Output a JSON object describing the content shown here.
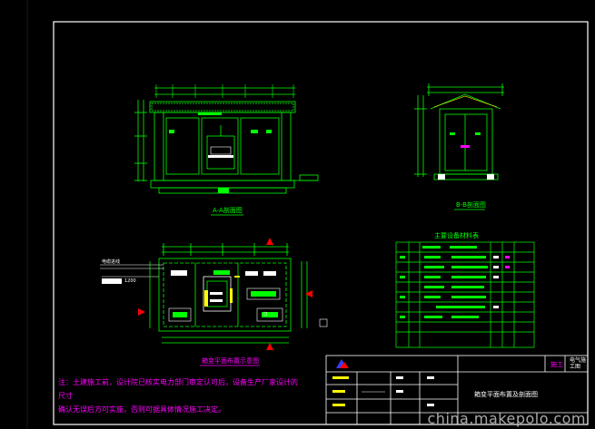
{
  "drawing": {
    "captions": {
      "front_elevation": "A-A剖面图",
      "side_elevation": "B-B剖面图",
      "plan": "箱变平面布置示意图",
      "equipment_table": "主要设备材料表"
    },
    "plan_labels": {
      "cable_note": "电缆进线",
      "tag_left": "1200"
    },
    "note": "注：土建施工前，设计院已核实电力部门审定认可后，设备生产厂家设计的尺寸\n确认无误后方可实施，否则可据具体情况施工决定。",
    "title_block": {
      "drawing_title": "箱变平面布置及剖面图",
      "stage": "施工",
      "code": "电气施\n工图"
    },
    "watermark": "china.makepolo.com"
  },
  "colors": {
    "background": "#000000",
    "frame": "#ffffff",
    "lines": "#00ff00",
    "highlight": "#ffff00",
    "cyan": "#00ffff",
    "red": "#ff0000",
    "magenta": "#ff00ff",
    "blue": "#3a3aff"
  }
}
